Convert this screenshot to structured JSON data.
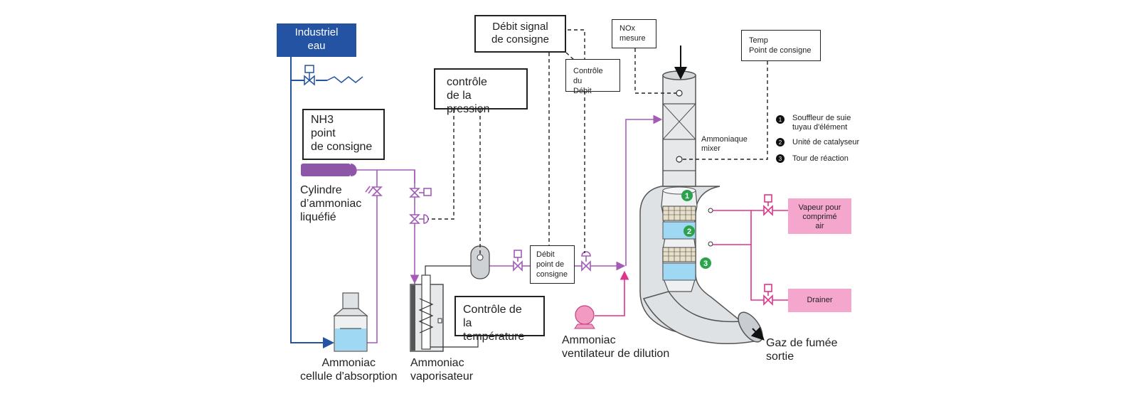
{
  "colors": {
    "water": "#2353a2",
    "ammonia": "#a45bb8",
    "air": "#e0338a",
    "pink_box": "#f4a6cc",
    "vessel": "#dfe2e5",
    "liquid": "#9fd8f2",
    "marker": "#2ba24c"
  },
  "labels": {
    "industrial_water": "Industriel\neau",
    "nh3_setpoint": "NH3\npoint\nde consigne",
    "cylinder": "Cylindre\nd’ammoniac\nliquéfié",
    "pressure_control": "contrôle\nde la pression",
    "flow_signal": "Débit signal\nde consigne",
    "flow_control": "Contrôle du\nDébit",
    "nox": "NOx\nmesure",
    "temp_setpoint": "Temp\nPoint de consigne",
    "ammonia_mixer": "Ammoniaque\nmixer",
    "flow_setpoint": "Débit\npoint de\nconsigne",
    "temp_control": "Contrôle de\nla température",
    "absorber": "Ammoniac\ncellule d'absorption",
    "vaporizer": "Ammoniac\nvaporisateur",
    "dilution_fan": "Ammoniac\nventilateur de dilution",
    "flue_gas": "Gaz de fumée\nsortie",
    "steam_air": "Vapeur pour\ncomprimé\nair",
    "drain": "Drainer"
  },
  "legend": [
    {
      "num": "1",
      "text": "Souffleur de suie\ntuyau d'élément"
    },
    {
      "num": "2",
      "text": "Unité de catalyseur"
    },
    {
      "num": "3",
      "text": "Tour de réaction"
    }
  ],
  "markers": [
    "1",
    "2",
    "3"
  ]
}
